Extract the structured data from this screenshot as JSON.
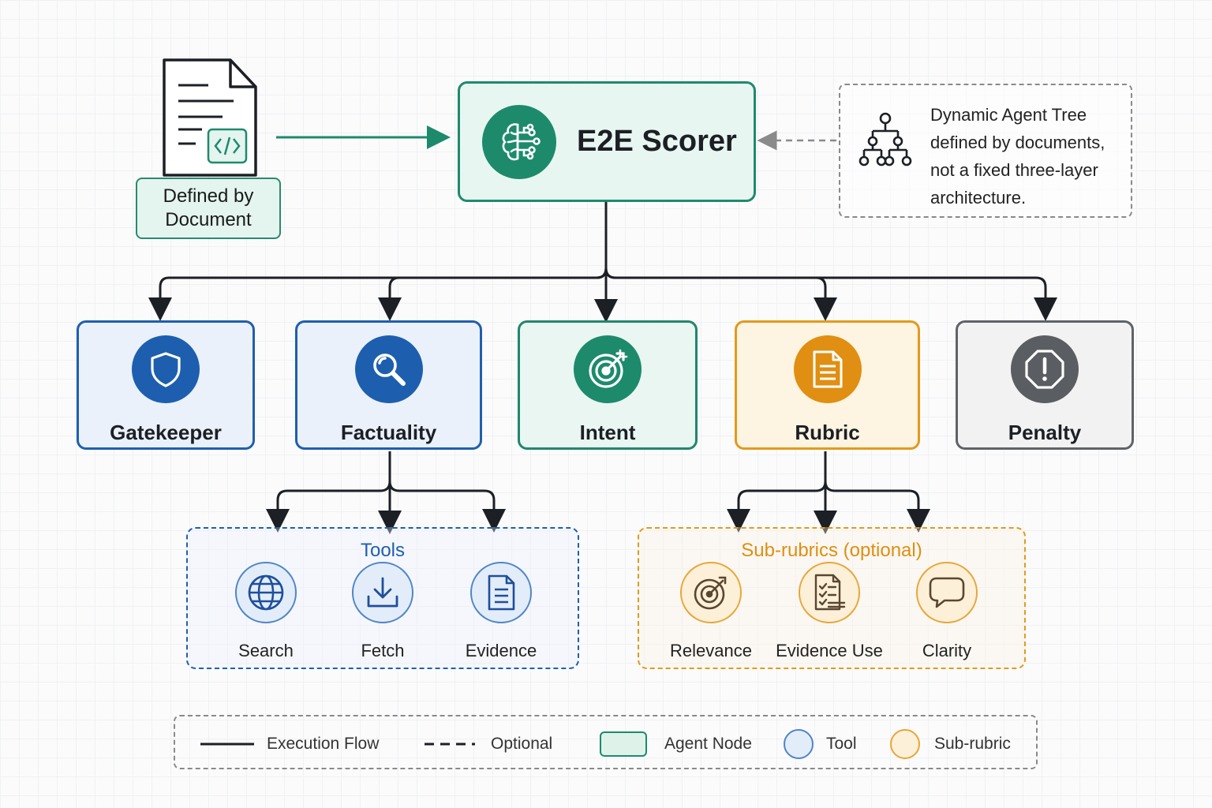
{
  "document": {
    "label": "Defined by Document"
  },
  "scorer": {
    "title": "E2E Scorer"
  },
  "note": {
    "text": "Dynamic Agent Tree defined by documents, not a fixed three-layer architecture."
  },
  "nodes": [
    {
      "label": "Gatekeeper",
      "icon": "shield-icon",
      "color": "#1d5fae"
    },
    {
      "label": "Factuality",
      "icon": "magnifier-icon",
      "color": "#1d5fae"
    },
    {
      "label": "Intent",
      "icon": "target-icon",
      "color": "#1d8a6c"
    },
    {
      "label": "Rubric",
      "icon": "document-icon",
      "color": "#e08f12"
    },
    {
      "label": "Penalty",
      "icon": "warning-octagon-icon",
      "color": "#5a5d61"
    }
  ],
  "tools": {
    "title": "Tools",
    "items": [
      {
        "label": "Search",
        "icon": "globe-icon"
      },
      {
        "label": "Fetch",
        "icon": "download-icon"
      },
      {
        "label": "Evidence",
        "icon": "document-icon"
      }
    ]
  },
  "subrubrics": {
    "title": "Sub-rubrics (optional)",
    "items": [
      {
        "label": "Relevance",
        "icon": "target-icon"
      },
      {
        "label": "Evidence Use",
        "icon": "checklist-icon"
      },
      {
        "label": "Clarity",
        "icon": "speech-bubble-icon"
      }
    ]
  },
  "legend": {
    "execution_flow": "Execution Flow",
    "optional": "Optional",
    "agent_node": "Agent Node",
    "tool": "Tool",
    "sub_rubric": "Sub-rubric"
  },
  "colors": {
    "agent_green": "#1d8a6c",
    "tool_blue": "#1f5fae",
    "subrubric_orange": "#e29a1c",
    "penalty_gray": "#5a5d61"
  }
}
